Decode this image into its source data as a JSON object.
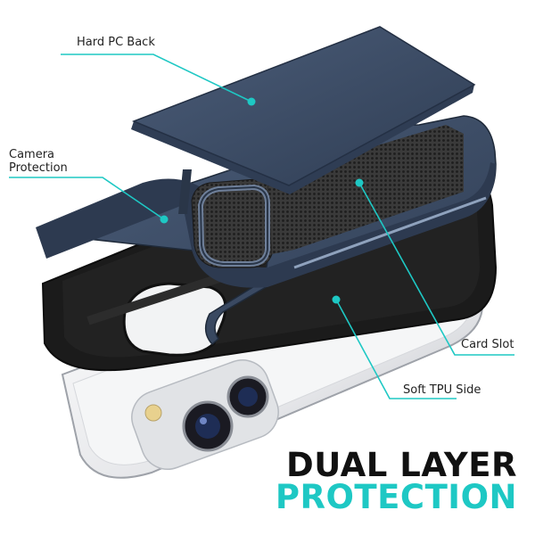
{
  "callouts": {
    "hard_back": "Hard PC Back",
    "camera_line1": "Camera",
    "camera_line2": "Protection",
    "card_slot": "Card Slot",
    "tpu_side": "Soft TPU Side"
  },
  "headline": {
    "line1": "DUAL LAYER",
    "line2": "PROTECTION"
  },
  "colors": {
    "accent": "#1ec8c4",
    "case_navy": "#3a4a62",
    "tpu_black": "#1b1b1b",
    "phone_silver": "#e9eaec",
    "headline_dark": "#111111"
  }
}
